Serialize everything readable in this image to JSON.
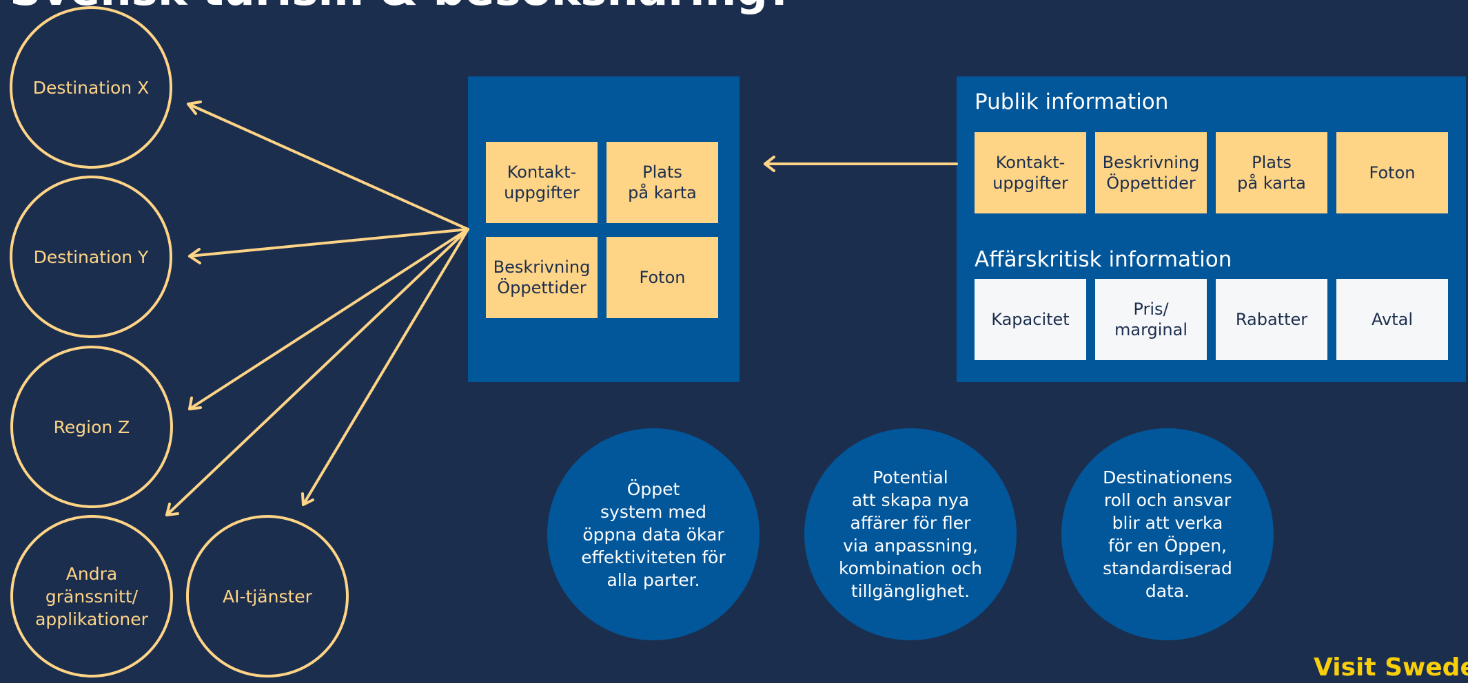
{
  "title": "Svensk turism & besöksnäring?",
  "colors": {
    "background": "#1c2e4e",
    "panel": "#02569a",
    "accent": "#fed486",
    "card_white": "#f6f7f9",
    "logo": "#f9cf0b"
  },
  "targets": {
    "destination_x": "Destination X",
    "destination_y": "Destination Y",
    "region_z": "Region Z",
    "other_interfaces": "Andra\ngränssnitt/\napplikationer",
    "ai_services": "AI-tjänster"
  },
  "center_panel": {
    "cards": [
      "Kontakt-\nuppgifter",
      "Plats\npå karta",
      "Beskrivning\nÖppettider",
      "Foton"
    ]
  },
  "right_panel": {
    "public_heading": "Publik information",
    "public_cards": [
      "Kontakt-\nuppgifter",
      "Beskrivning\nÖppettider",
      "Plats\npå karta",
      "Foton"
    ],
    "business_heading": "Affärskritisk information",
    "business_cards": [
      "Kapacitet",
      "Pris/\nmarginal",
      "Rabatter",
      "Avtal"
    ]
  },
  "info_circles": [
    "Öppet\nsystem med\nöppna data ökar\neffektiviteten för\nalla parter.",
    "Potential\natt skapa nya\naffärer för fler\nvia anpassning,\nkombination och\ntillgänglighet.",
    "Destinationens\nroll  och ansvar\nblir att verka\nför en Öppen,\nstandardiserad\ndata."
  ],
  "logo": "Visit Sweden"
}
